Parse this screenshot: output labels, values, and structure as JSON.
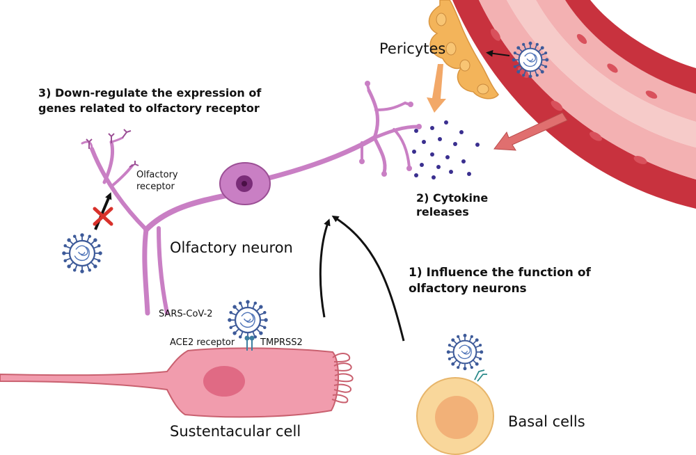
{
  "labels": {
    "pericytes": "Pericytes",
    "step3_line1": "3)  Down-regulate the expression of",
    "step3_line2": "genes related to olfactory receptor",
    "olfactory_receptor_line1": "Olfactory",
    "olfactory_receptor_line2": "receptor",
    "cytokine_line1": "2) Cytokine",
    "cytokine_line2": "releases",
    "olfactory_neuron": "Olfactory neuron",
    "step1_line1": "1)  Influence the function of",
    "step1_line2": "olfactory neurons",
    "sars_cov_2": "SARS-CoV-2",
    "ace2_receptor": "ACE2 receptor",
    "tmprss2": "TMPRSS2",
    "sustentacular_cell": "Sustentacular cell",
    "basal_cells": "Basal cells"
  },
  "colors": {
    "neuron": "#c97fc4",
    "neuron_outline": "#9b4f95",
    "nucleus": "#7a2d78",
    "sustentacular": "#f19cad",
    "sustentacular_outline": "#c9606f",
    "basal_outer": "#f9d79b",
    "basal_inner": "#f2b178",
    "vessel_wall": "#c8323e",
    "vessel_inner": "#f6cbc9",
    "pericyte": "#f3b45a",
    "cytokine": "#3a2f8f",
    "virus": "#3d5a99",
    "orange_arrow": "#f2a868",
    "red_arrow": "#e06f6f",
    "block_x": "#d8312b"
  },
  "icons": [
    "virus-icon",
    "blocked-x-icon"
  ]
}
